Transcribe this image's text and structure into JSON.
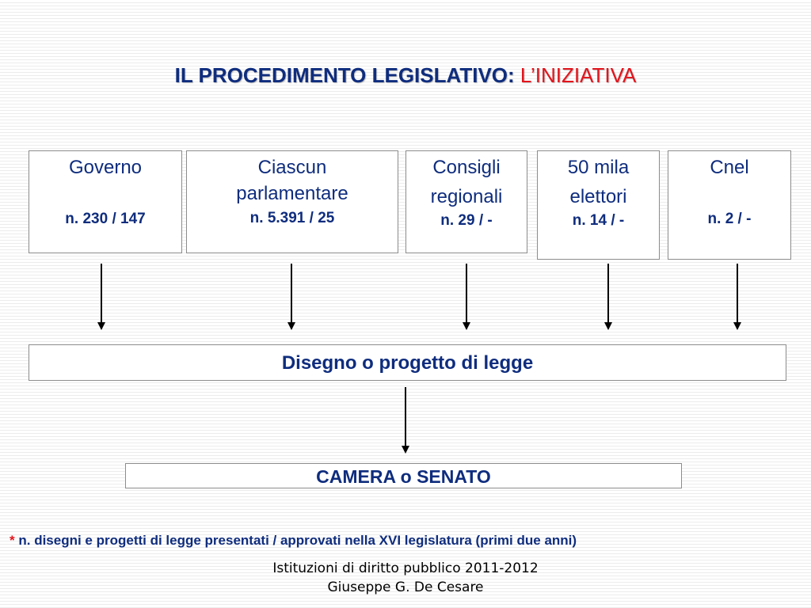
{
  "title": {
    "main": "IL PROCEDIMENTO LEGISLATIVO:",
    "accent": "L’INIZIATIVA"
  },
  "sources": [
    {
      "name": "Governo",
      "count": "n. 230 / 147"
    },
    {
      "name": "Ciascun parlamentare",
      "count": "n. 5.391 / 25"
    },
    {
      "name_line1": "Consigli",
      "name_line2": "regionali",
      "count": "n. 29 / -"
    },
    {
      "name_line1": "50 mila",
      "name_line2": "elettori",
      "count": "n. 14 / -"
    },
    {
      "name": "Cnel",
      "count": "n. 2 / -"
    }
  ],
  "bill_box": {
    "label": "Disegno o progetto di legge"
  },
  "chamber_box": {
    "label": "CAMERA o SENATO"
  },
  "footnote": {
    "star": "*",
    "text": "n. disegni e progetti di legge presentati / approvati nella XVI legislatura (primi due anni)"
  },
  "footer": {
    "line1": "Istituzioni di diritto pubblico 2011-2012",
    "line2": "Giuseppe G. De Cesare"
  }
}
